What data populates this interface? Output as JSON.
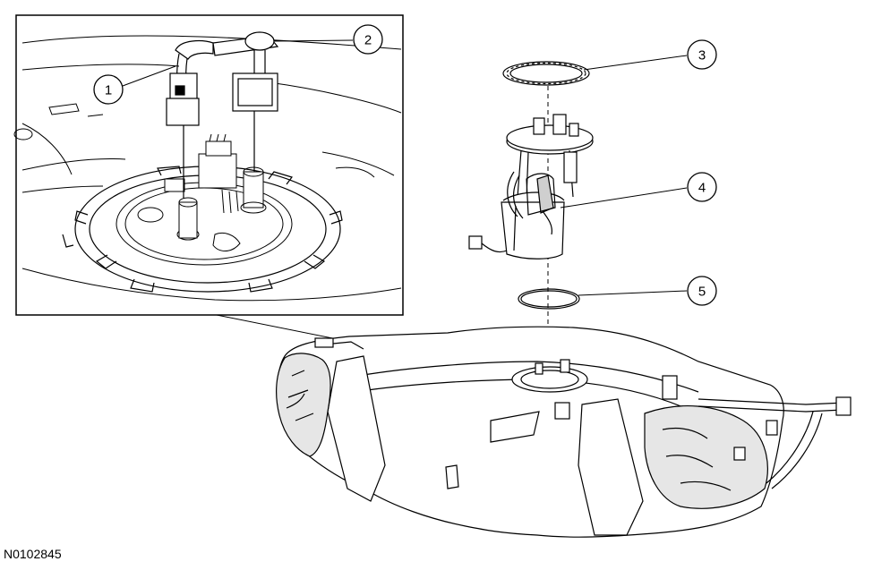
{
  "figure_id": "N0102845",
  "callouts": [
    {
      "number": "1"
    },
    {
      "number": "2"
    },
    {
      "number": "3"
    },
    {
      "number": "4"
    },
    {
      "number": "5"
    }
  ],
  "colors": {
    "line": "#000000",
    "fill": "#ffffff",
    "shade": "#d9d9d9"
  }
}
